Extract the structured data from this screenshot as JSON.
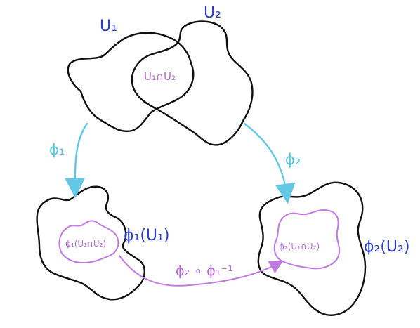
{
  "labels": {
    "U1": "U₁",
    "U2": "U₂",
    "intersection": "U₁∩U₂",
    "phi1": "ϕ₁",
    "phi2": "ϕ₂",
    "phi1_U1": "ϕ₁(U₁)",
    "phi2_U2": "ϕ₂(U₂)",
    "phi1_intersection": "ϕ₁(U₁∩U₂)",
    "phi2_intersection": "ϕ₂(U₁∩U₂)",
    "transition": "ϕ₂ ∘ ϕ₁⁻¹"
  },
  "colors": {
    "outline": "#111111",
    "manifold_label": "#2b3fc7",
    "chart_arrow": "#62c8e5",
    "intersection": "#c07ae0"
  }
}
